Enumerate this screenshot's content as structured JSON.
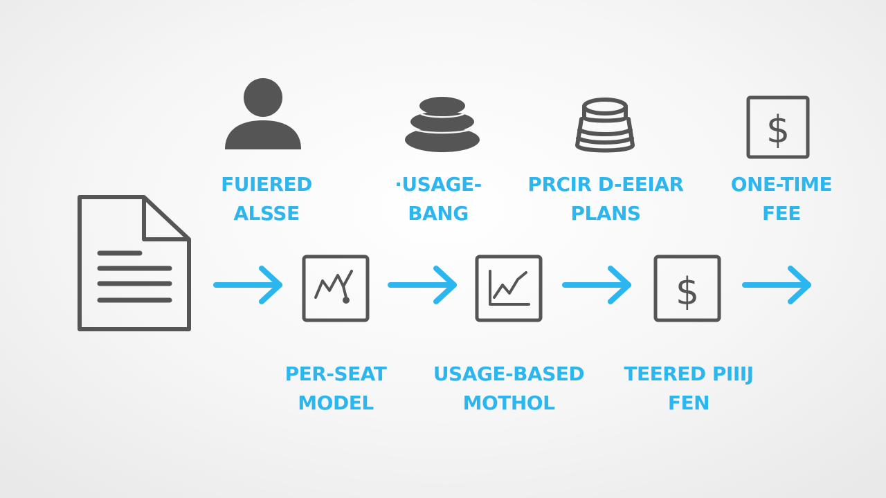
{
  "colors": {
    "accent": "#2cb6ef",
    "icon": "#555555",
    "background": "#f4f4f4"
  },
  "top_row": [
    {
      "icon": "user-icon",
      "lines": [
        "FUIERED",
        "ALSSE"
      ]
    },
    {
      "icon": "stacked-coins-icon",
      "lines": [
        "·USAGE-",
        "BANG"
      ]
    },
    {
      "icon": "coin-stack-icon",
      "lines": [
        "PRCIR D-EEIAR",
        "PLANS"
      ]
    },
    {
      "icon": "dollar-box-icon",
      "lines": [
        "ONE-TIME",
        "FEE"
      ]
    }
  ],
  "flow": {
    "start_icon": "document-icon",
    "steps": [
      {
        "icon": "chart-line-icon",
        "lines": [
          "PER-SEAT",
          "MODEL"
        ]
      },
      {
        "icon": "chart-growth-icon",
        "lines": [
          "USAGE-BASED",
          "MOTHOL"
        ]
      },
      {
        "icon": "dollar-box-icon",
        "lines": [
          "TEERED PIIIJ",
          "FEN"
        ]
      }
    ],
    "arrow_icon": "arrow-right-icon"
  }
}
